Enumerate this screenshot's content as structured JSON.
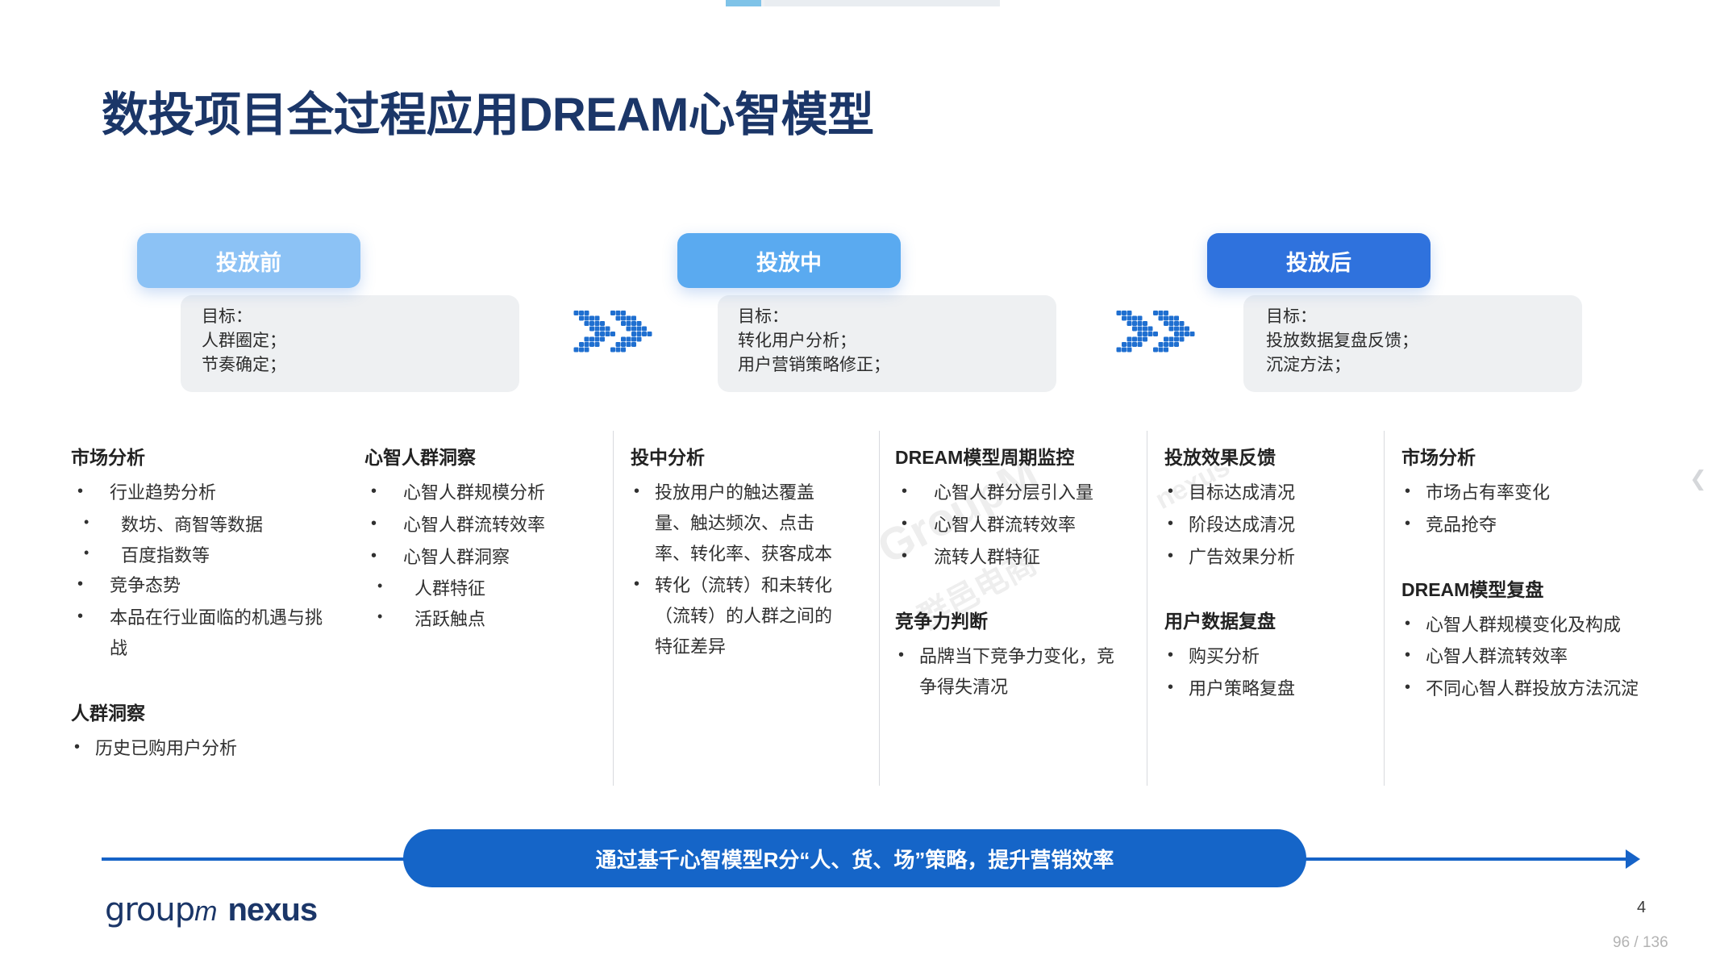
{
  "slide": {
    "title": "数投项目全过程应用DREAM心智模型",
    "page_number": "4",
    "page_counter": "96 / 136"
  },
  "colors": {
    "title": "#1b3668",
    "stage1": "#8cc2f5",
    "stage2": "#5aaaf0",
    "stage3": "#2f72dd",
    "banner": "#1565c8",
    "arrow_line": "#1663c7",
    "stage_body": "#eef0f2"
  },
  "stages": [
    {
      "label": "投放前",
      "goal": "目标：\n人群圈定；\n节奏确定；"
    },
    {
      "label": "投放中",
      "goal": "目标：\n转化用户分析；\n用户营销策略修正；"
    },
    {
      "label": "投放后",
      "goal": "目标：\n投放数据复盘反馈；\n沉淀方法；"
    }
  ],
  "columns": [
    {
      "groups": [
        {
          "heading": "市场分析",
          "items": [
            {
              "text": "行业趋势分析",
              "sub": [
                "数坊、商智等数据",
                "百度指数等"
              ]
            },
            {
              "text": "竞争态势",
              "sub": []
            },
            {
              "text": "本品在行业面临的机遇与挑战",
              "sub": []
            }
          ]
        },
        {
          "heading": "人群洞察",
          "items": [
            {
              "text": "历史已购用户分析",
              "sub": []
            }
          ]
        }
      ]
    },
    {
      "groups": [
        {
          "heading": "心智人群洞察",
          "items": [
            {
              "text": "心智人群规模分析",
              "sub": []
            },
            {
              "text": "心智人群流转效率",
              "sub": []
            },
            {
              "text": "心智人群洞察",
              "sub": [
                "人群特征",
                "活跃触点"
              ]
            }
          ]
        }
      ]
    },
    {
      "groups": [
        {
          "heading": "投中分析",
          "items": [
            {
              "text": "投放用户的触达覆盖量、触达频次、点击率、转化率、获客成本",
              "sub": []
            },
            {
              "text": "转化（流转）和未转化（流转）的人群之间的特征差异",
              "sub": []
            }
          ]
        }
      ]
    },
    {
      "groups": [
        {
          "heading": "DREAM模型周期监控",
          "items": [
            {
              "text": "心智人群分层引入量",
              "sub": []
            },
            {
              "text": "心智人群流转效率",
              "sub": []
            },
            {
              "text": "流转人群特征",
              "sub": []
            }
          ]
        },
        {
          "heading": "竞争力判断",
          "items": [
            {
              "text": "品牌当下竞争力变化，竞争得失清况",
              "sub": []
            }
          ]
        }
      ]
    },
    {
      "groups": [
        {
          "heading": "投放效果反馈",
          "items": [
            {
              "text": "目标达成清况",
              "sub": []
            },
            {
              "text": "阶段达成清况",
              "sub": []
            },
            {
              "text": "广告效果分析",
              "sub": []
            }
          ]
        },
        {
          "heading": "用户数据复盘",
          "items": [
            {
              "text": "购买分析",
              "sub": []
            },
            {
              "text": "用户策略复盘",
              "sub": []
            }
          ]
        }
      ]
    },
    {
      "groups": [
        {
          "heading": "市场分析",
          "items": [
            {
              "text": "市场占有率变化",
              "sub": []
            },
            {
              "text": "竞品抢夺",
              "sub": []
            }
          ]
        },
        {
          "heading": "DREAM模型复盘",
          "items": [
            {
              "text": "心智人群规模变化及构成",
              "sub": []
            },
            {
              "text": "心智人群流转效率",
              "sub": []
            },
            {
              "text": "不同心智人群投放方法沉淀",
              "sub": []
            }
          ]
        }
      ]
    }
  ],
  "banner": {
    "text": "通过基千心智模型R分“人、货、场”策略，提升营销效率"
  },
  "logo": {
    "groupm": "group",
    "m": "m",
    "nexus": "nexus"
  },
  "watermark": {
    "line1": "GroupM",
    "line2": "群邑电商",
    "line3": "nexus"
  }
}
